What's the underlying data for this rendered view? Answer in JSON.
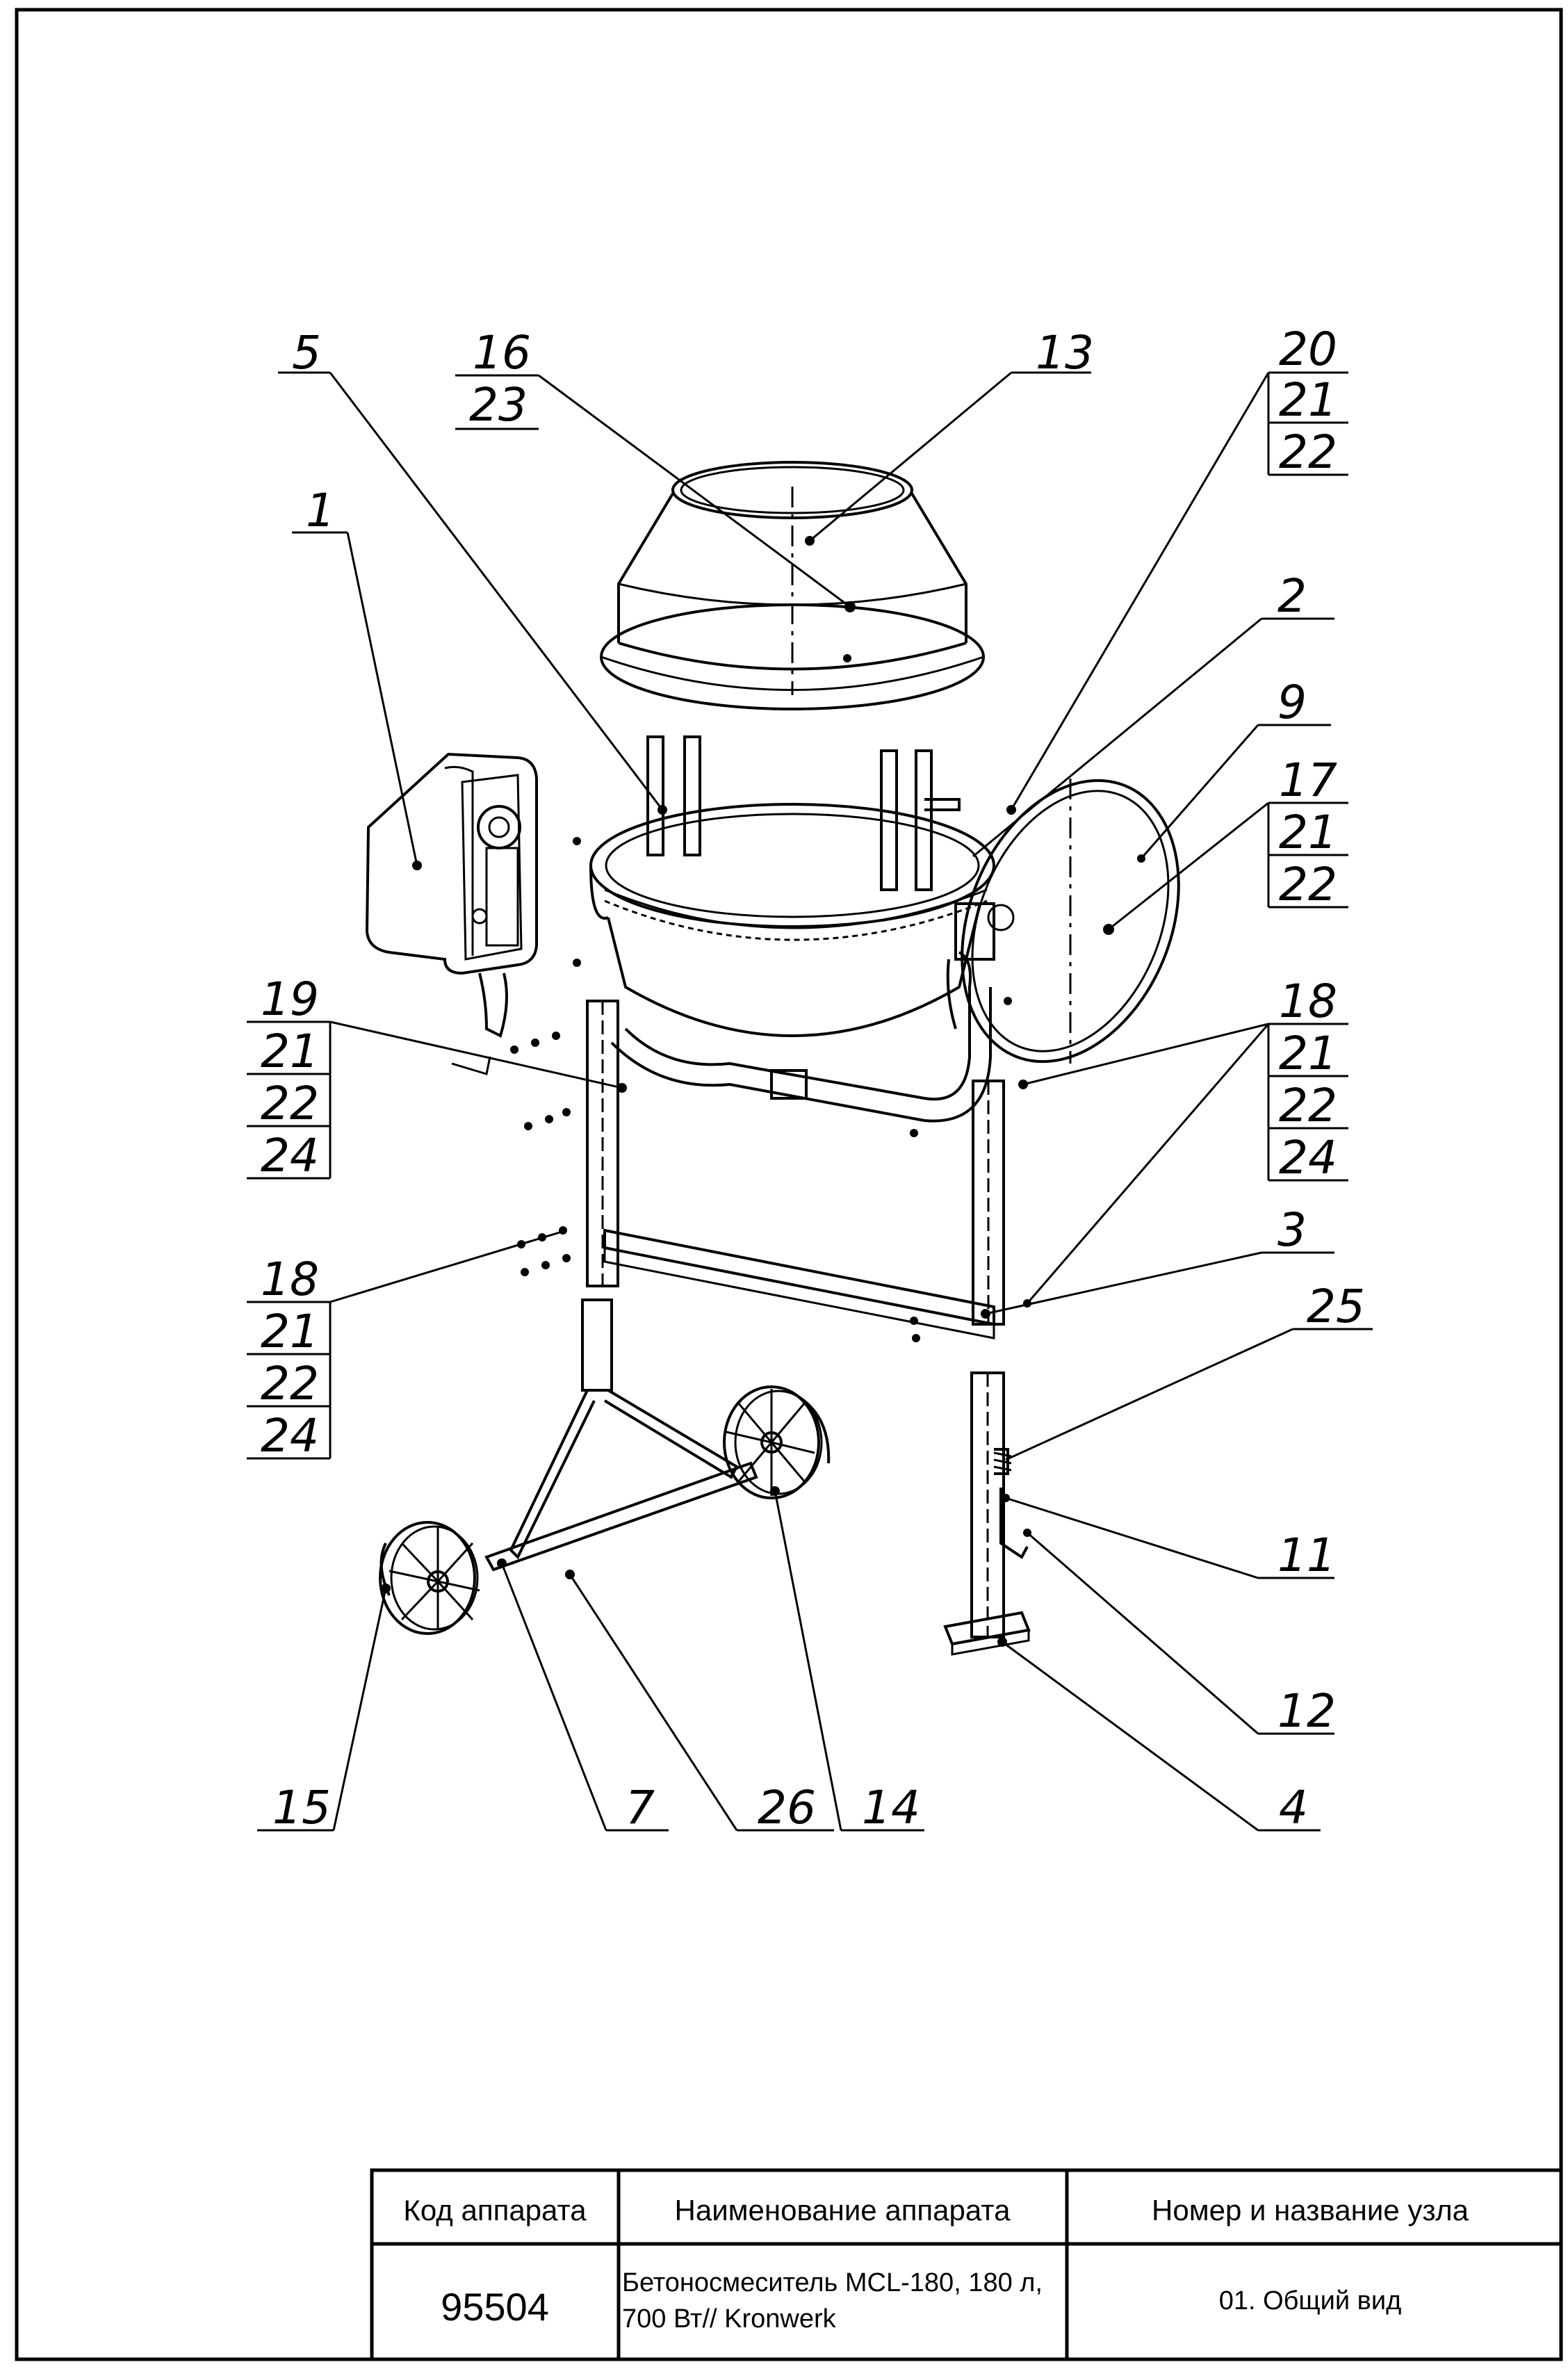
{
  "callouts": {
    "c1": "1",
    "c2": "2",
    "c3": "3",
    "c4": "4",
    "c5": "5",
    "c7": "7",
    "c9": "9",
    "c11": "11",
    "c12": "12",
    "c13": "13",
    "c14": "14",
    "c15": "15",
    "c16": "16",
    "c23": "23",
    "c20": "20",
    "c21a": "21",
    "c22a": "22",
    "c17": "17",
    "c21b": "21",
    "c22b": "22",
    "c19": "19",
    "c21c": "21",
    "c22c": "22",
    "c24c": "24",
    "c18r": "18",
    "c21d": "21",
    "c22d": "22",
    "c24d": "24",
    "c18l": "18",
    "c21e": "21",
    "c22e": "22",
    "c24e": "24",
    "c25": "25",
    "c26": "26"
  },
  "title_block": {
    "col1_header": "Код аппарата",
    "col2_header": "Наименование аппарата",
    "col3_header": "Номер и название узла",
    "code": "95504",
    "name_line1": "Бетоносмеситель MCL-180, 180 л,",
    "name_line2": "700 Вт// Kronwerk",
    "unit": "01. Общий вид"
  }
}
